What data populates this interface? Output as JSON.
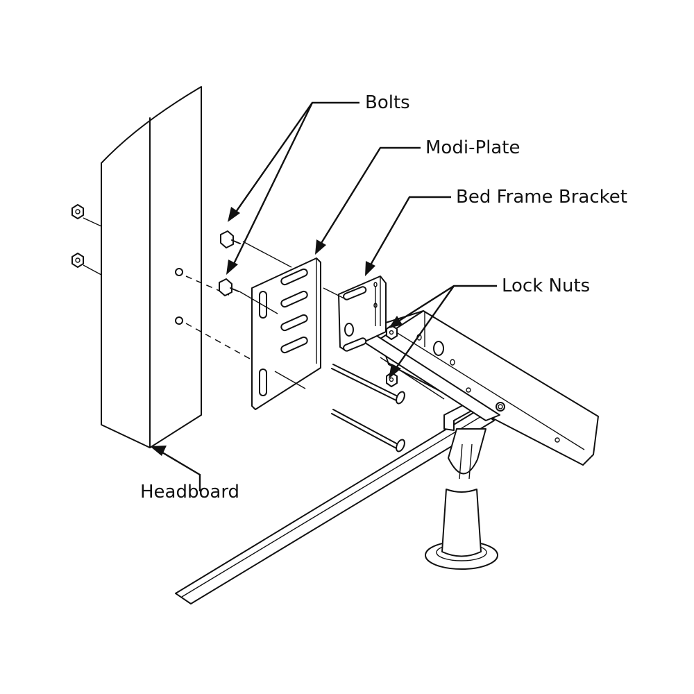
{
  "labels": {
    "bolts": "Bolts",
    "modi_plate": "Modi-Plate",
    "bed_frame_bracket": "Bed Frame Bracket",
    "lock_nuts": "Lock Nuts",
    "headboard": "Headboard"
  }
}
